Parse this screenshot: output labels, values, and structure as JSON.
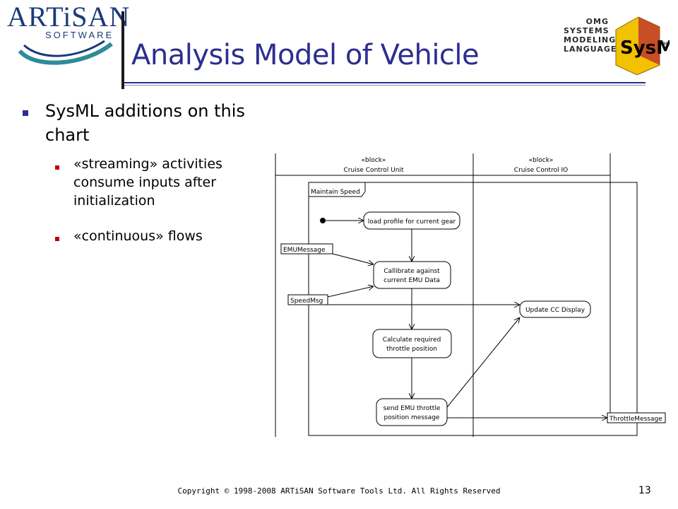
{
  "logo": {
    "brand_name": "ARTiSAN",
    "brand_sub": "SOFTWARE"
  },
  "title": "Analysis Model of Vehicle",
  "sysml_logo": {
    "lines": [
      "OMG",
      "SYSTEMS",
      "MODELING",
      "LANGUAGE"
    ],
    "mark": "SysML",
    "tm": "TM"
  },
  "bullets": {
    "main": "SysML additions on this chart",
    "sub": [
      "«streaming» activities consume inputs after initialization",
      "«continuous» flows"
    ]
  },
  "diagram": {
    "lane1": {
      "stereotype": "«block»",
      "name": "Cruise Control Unit"
    },
    "lane2": {
      "stereotype": "«block»",
      "name": "Cruise Control IO"
    },
    "activity_label": "Maintain Speed",
    "actions": {
      "load_profile": "load profile for current gear",
      "calibrate_1": "Callibrate against",
      "calibrate_2": "current EMU Data",
      "calculate_1": "Calculate required",
      "calculate_2": "throttle position",
      "send_1": "send EMU throttle",
      "send_2": "position message",
      "update_display": "Update CC Display"
    },
    "pins": {
      "emu_message": "EMUMessage",
      "speed_msg": "SpeedMsg",
      "throttle_message": "ThrottleMessage"
    }
  },
  "footer": "Copyright © 1998-2008 ARTiSAN Software Tools Ltd.  All Rights Reserved",
  "page_number": "13",
  "colors": {
    "title": "#2b2f8f",
    "bullet_main": "#2b2f8f",
    "bullet_sub": "#c00000",
    "brand": "#1b3a7a",
    "sysml_red": "#c0392b",
    "sysml_yellow": "#f2c200"
  }
}
